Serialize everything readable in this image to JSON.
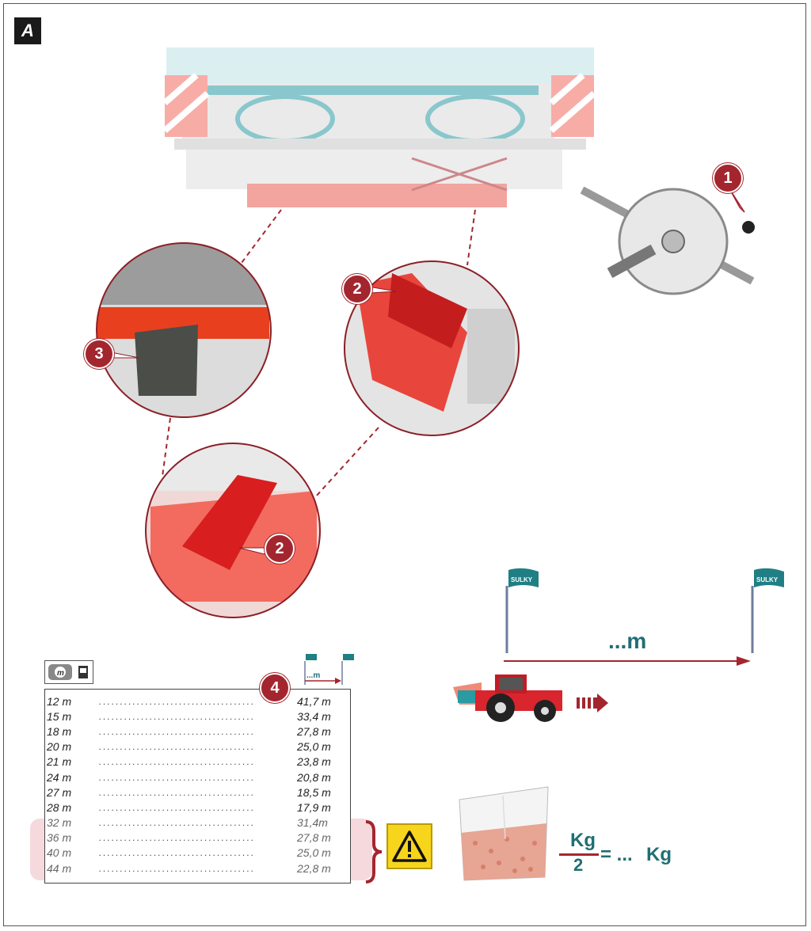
{
  "section": {
    "badge": "A"
  },
  "callouts": {
    "c1": "1",
    "c2a": "2",
    "c2b": "2",
    "c3": "3",
    "c4": "4"
  },
  "flags": {
    "brand": "SULKY"
  },
  "distance": {
    "label": "...m",
    "small_label": "...m"
  },
  "table": {
    "rows": [
      {
        "width": "12 m",
        "value": "41,7 m"
      },
      {
        "width": "15 m",
        "value": "33,4 m"
      },
      {
        "width": "18 m",
        "value": "27,8 m"
      },
      {
        "width": "20 m",
        "value": "25,0 m"
      },
      {
        "width": "21 m",
        "value": "23,8 m"
      },
      {
        "width": "24 m",
        "value": "20,8 m"
      },
      {
        "width": "27 m",
        "value": "18,5 m"
      },
      {
        "width": "28 m",
        "value": "17,9 m"
      },
      {
        "width": "32 m",
        "value": "31,4m"
      },
      {
        "width": "36 m",
        "value": "27,8 m"
      },
      {
        "width": "40 m",
        "value": "25,0 m"
      },
      {
        "width": "44 m",
        "value": "22,8 m"
      }
    ],
    "dots": "....................................."
  },
  "formula": {
    "numerator": "Kg",
    "denominator": "2",
    "equals": "= ...",
    "unit": "Kg"
  },
  "icons": {
    "warning": "warning-triangle-icon",
    "settings": "spreader-settings-icon",
    "tractor": "tractor-icon",
    "hopper": "fertilizer-hopper-icon"
  },
  "colors": {
    "teal": "#1f6f73",
    "red": "#a3262f",
    "warning": "#f7d51c"
  }
}
